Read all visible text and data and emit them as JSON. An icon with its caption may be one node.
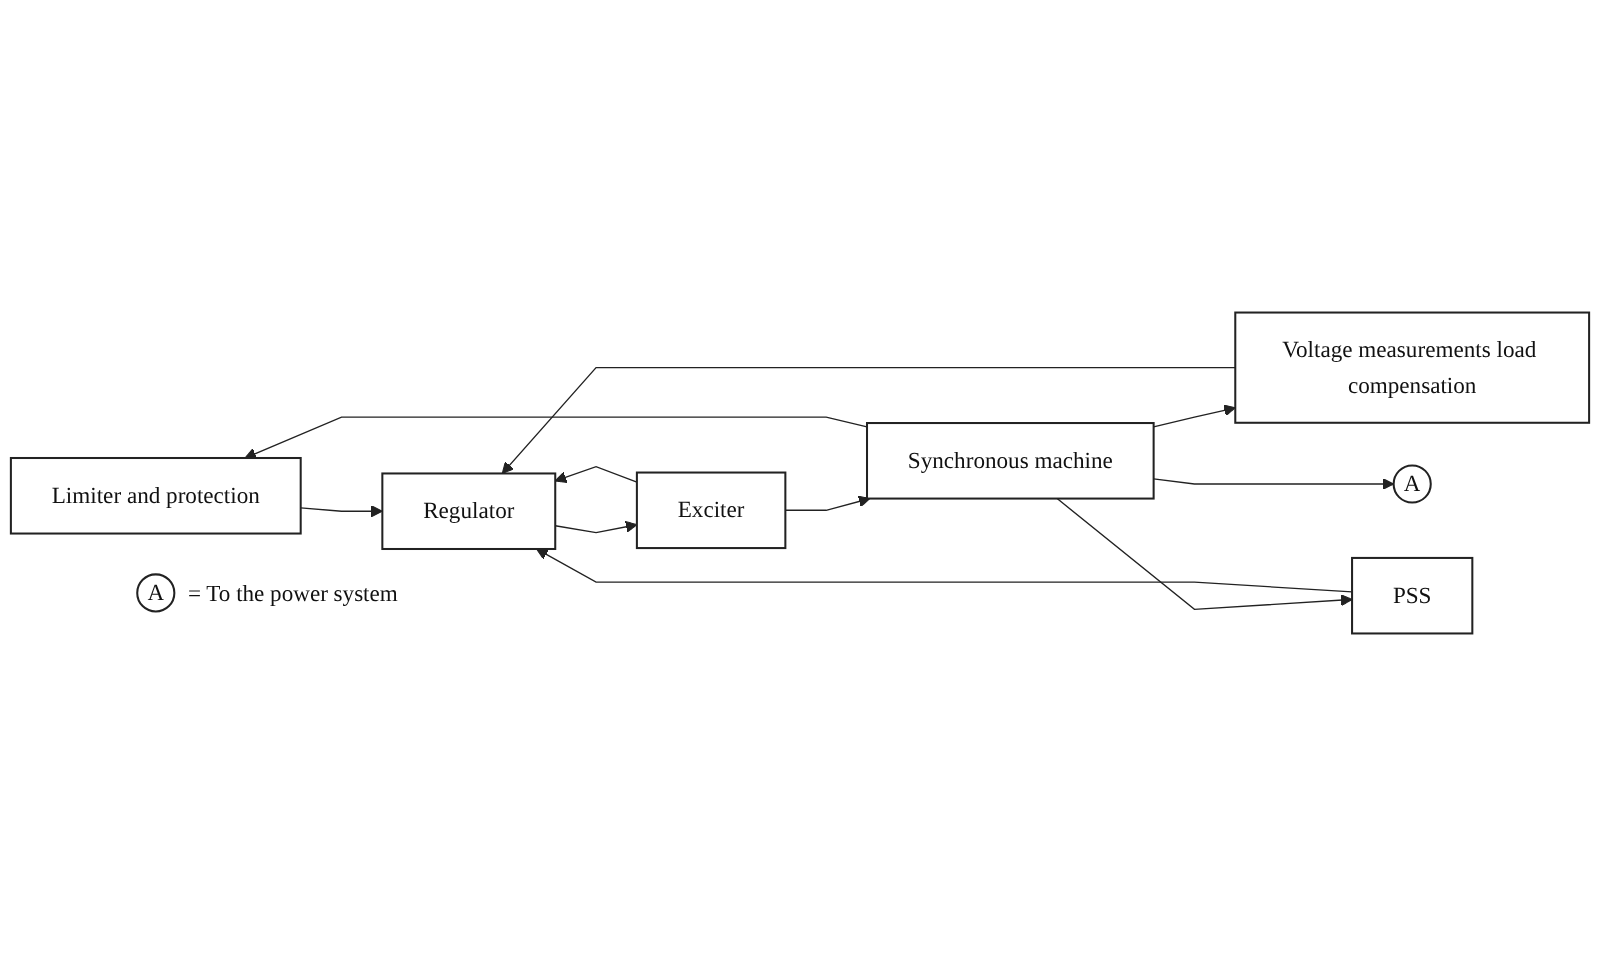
{
  "diagram": {
    "nodes": [
      {
        "text": [
          "Limiter and protection"
        ]
      },
      {
        "text": [
          "Voltage measurements load compensation"
        ]
      },
      {
        "text": [
          "Regulator"
        ]
      },
      {
        "text": [
          "Exciter"
        ]
      },
      {
        "text": [
          "Synchronous machine"
        ]
      },
      {
        "text": [
          "A"
        ]
      },
      {
        "text": [
          "PSS"
        ]
      },
      {
        "text": [
          "A"
        ],
        "beside": [
          "= To the power system"
        ]
      }
    ],
    "edges": [
      {
        "from": 0,
        "to": 2,
        "arrow": "to"
      },
      {
        "from": 1,
        "to": 2,
        "arrow": "to"
      },
      {
        "from": 2,
        "to": 3,
        "arrow": "to"
      },
      {
        "from": 3,
        "to": 4,
        "arrow": "to"
      },
      {
        "from": 3,
        "to": 2,
        "arrow": "to"
      },
      {
        "from": 6,
        "to": 2,
        "arrow": "to"
      },
      {
        "from": 4,
        "to": 5,
        "arrow": "to"
      },
      {
        "from": 4,
        "to": 0,
        "arrow": "to"
      },
      {
        "from": 4,
        "to": 1,
        "arrow": "to"
      },
      {
        "from": 4,
        "to": 6,
        "arrow": "to"
      }
    ]
  }
}
